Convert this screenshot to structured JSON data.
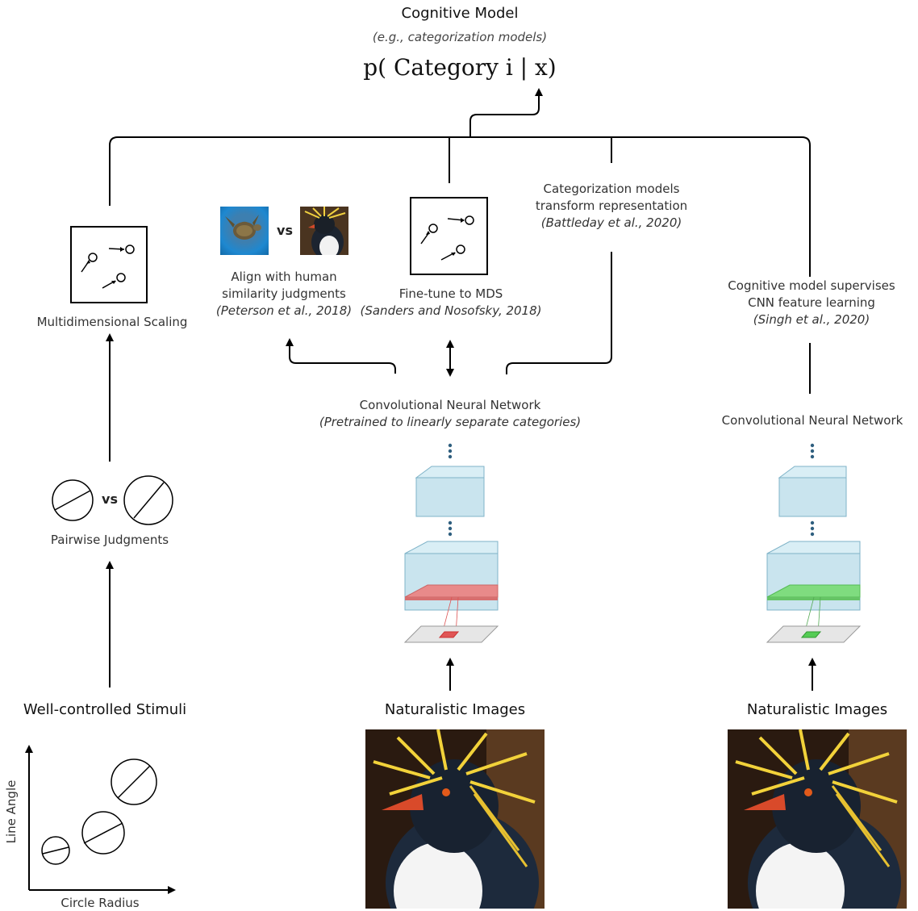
{
  "top": {
    "title": "Cognitive Model",
    "subtitle": "(e.g., categorization models)",
    "formula": "p( Category i | x)"
  },
  "left": {
    "mds_label": "Multidimensional Scaling",
    "pairwise_label": "Pairwise Judgments",
    "vs": "vs",
    "stimuli_title": "Well-controlled Stimuli",
    "axis_y": "Line Angle",
    "axis_x": "Circle Radius"
  },
  "middle": {
    "align_l1": "Align with human",
    "align_l2": "similarity judgments",
    "align_cite": "(Peterson et al., 2018)",
    "vs": "vs",
    "finetune_l1": "Fine-tune to MDS",
    "finetune_cite": "(Sanders and Nosofsky, 2018)",
    "transform_l1": "Categorization models",
    "transform_l2": "transform representation",
    "transform_cite": "(Battleday et al., 2020)",
    "cnn_title": "Convolutional Neural Network",
    "cnn_sub": "(Pretrained to linearly separate categories)",
    "images_title": "Naturalistic Images"
  },
  "right": {
    "sup_l1": "Cognitive model supervises",
    "sup_l2": "CNN feature learning",
    "sup_cite": "(Singh et al., 2020)",
    "cnn_title": "Convolutional Neural Network",
    "images_title": "Naturalistic Images"
  },
  "colors": {
    "block_fill": "#c9e4ee",
    "block_stroke": "#7fb3c8",
    "red_layer": "#e88a8a",
    "green_layer": "#7fdc7f",
    "dots": "#2f5f7f"
  }
}
